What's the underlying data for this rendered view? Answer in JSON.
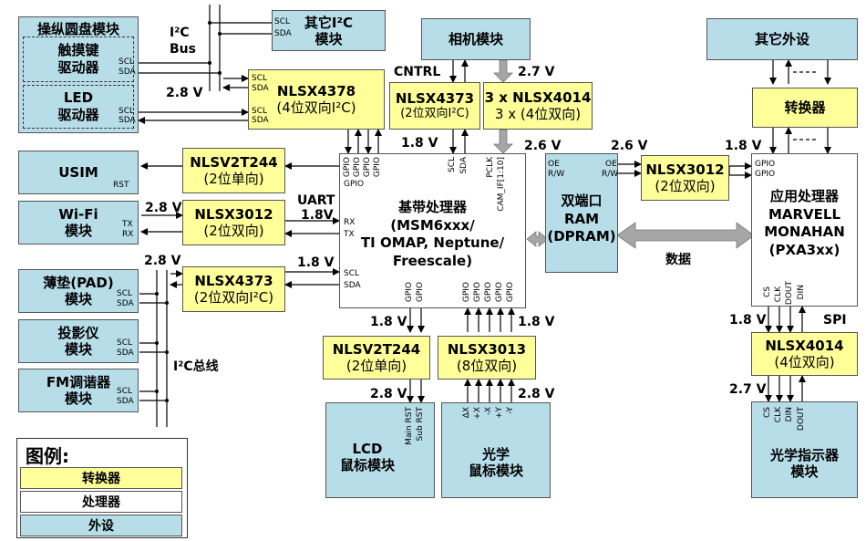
{
  "blocks": {
    "control_pad": {
      "title": "操纵圆盘模块",
      "touch": "触摸键\n驱动器",
      "led": "LED\n驱动器"
    },
    "other_i2c": "其它I²C\n模块",
    "camera": "相机模块",
    "other_periph": "其它外设",
    "nlsx4378": {
      "name": "NLSX4378",
      "desc": "(4位双向I²C)"
    },
    "nlsx4373_top": {
      "name": "NLSX4373",
      "desc": "(2位双向I²C)"
    },
    "nlsx4014x3": {
      "name": "3 x NLSX4014",
      "desc": "3 x (4位双向)"
    },
    "converter_right": "转换器",
    "usim": "USIM",
    "nlsv2t244_left": {
      "name": "NLSV2T244",
      "desc": "(2位单向)"
    },
    "wifi": "Wi-Fi\n模块",
    "nlsx3012_left": {
      "name": "NLSX3012",
      "desc": "(2位双向)"
    },
    "baseband": "基带处理器\n(MSM6xxx/\nTI OMAP, Neptune/\nFreescale)",
    "dpram": "双端口\nRAM\n(DPRAM)",
    "nlsx3012_right": {
      "name": "NLSX3012",
      "desc": "(2位双向)"
    },
    "app_proc": "应用处理器\nMARVELL\nMONAHAN\n(PXA3xx)",
    "pad": "薄垫(PAD)\n模块",
    "nlsx4373_left": {
      "name": "NLSX4373",
      "desc": "(2位双向I²C)"
    },
    "projector": "投影仪\n模块",
    "fm": "FM调谐器\n模块",
    "nlsv2t244_bottom": {
      "name": "NLSV2T244",
      "desc": "(2位单向)"
    },
    "nlsx3013": {
      "name": "NLSX3013",
      "desc": "(8位双向)"
    },
    "nlsx4014_right": {
      "name": "NLSX4014",
      "desc": "(4位双向)"
    },
    "lcd": "LCD\n鼠标模块",
    "optical_mouse": "光学\n鼠标模块",
    "optical_finger": "光学指示器\n模块"
  },
  "labels": {
    "i2c_bus": "I²C\nBus",
    "i2c_bus_cn": "I²C总线",
    "cntrl": "CNTRL",
    "uart": "UART",
    "data": "数据",
    "spi": "SPI",
    "v28": "2.8 V",
    "v27": "2.7 V",
    "v18": "1.8 V",
    "v26": "2.6 V",
    "v18_uart": "1.8V"
  },
  "pins": {
    "scl": "SCL",
    "sda": "SDA",
    "rst": "RST",
    "tx": "TX",
    "rx": "RX",
    "gpio": "GPIO",
    "oe": "OE",
    "rw": "R/W",
    "pclk": "PCLK",
    "cam_if": "CAM_IF[1:10]",
    "cs": "CS",
    "clk": "CLK",
    "dout": "DOUT",
    "din": "DIN",
    "main_rst": "Main RST",
    "sub_rst": "Sub RST",
    "xy": [
      "ΔX",
      "+X",
      "-X",
      "+Y",
      "-Y"
    ]
  },
  "legend": {
    "title": "图例:",
    "items": [
      "转换器",
      "处理器",
      "外设"
    ]
  },
  "colors": {
    "converter": "#ffff99",
    "peripheral": "#b7dde8",
    "processor": "#ffffff",
    "bus_arrow": "#a6a6a6"
  }
}
